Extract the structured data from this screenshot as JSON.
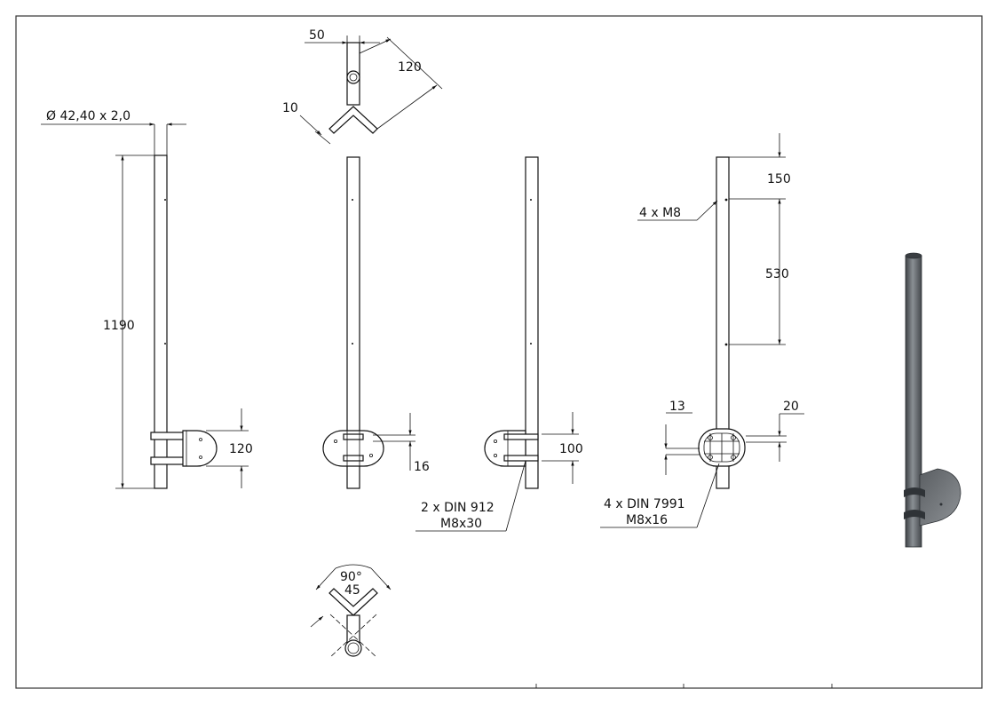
{
  "drawing": {
    "dimensions": {
      "tube_spec": "Ø 42,40 x 2,0",
      "height_total": "1190",
      "clamp_height": "120",
      "top_offset_w": "50",
      "top_arm_len": "120",
      "top_thick": "10",
      "hole_offset": "16",
      "clamp_spacing": "100",
      "top_hole": "150",
      "hole_pitch": "530",
      "plate_13": "13",
      "plate_20": "20",
      "angle": "90°",
      "half_angle": "45"
    },
    "callouts": {
      "m8_holes": "4 x M8",
      "screw_912_qty": "2 x DIN 912",
      "screw_912_size": "M8x30",
      "screw_7991_qty": "4 x DIN 7991",
      "screw_7991_size": "M8x16"
    },
    "colors": {
      "line": "#111111",
      "tube_render": "#6b6f74",
      "frame": "#333333"
    }
  }
}
